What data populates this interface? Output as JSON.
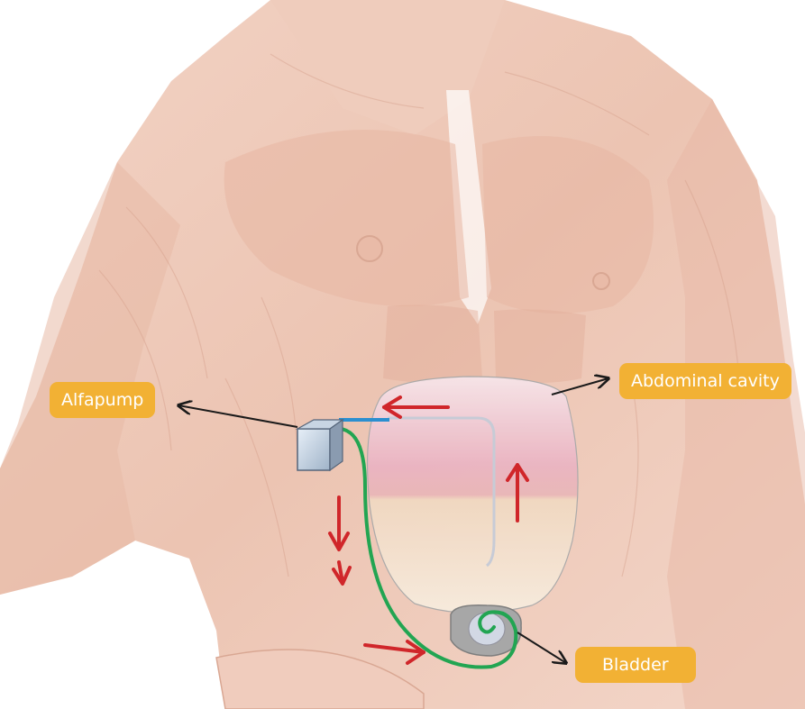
{
  "labels": {
    "alfapump": "Alfapump",
    "abdominal_cavity": "Abdominal cavity",
    "bladder": "Bladder"
  },
  "colors": {
    "label_bg": "#f2b134",
    "label_text": "#ffffff",
    "flow_arrow": "#d0262a",
    "catheter_green": "#22a552",
    "catheter_blue": "#2b8fd0",
    "pointer_line": "#1a1a1a",
    "skin_muscle": "#ecc3b0"
  },
  "icons": [
    "flow-arrow-icon",
    "pointer-arrow-icon"
  ]
}
